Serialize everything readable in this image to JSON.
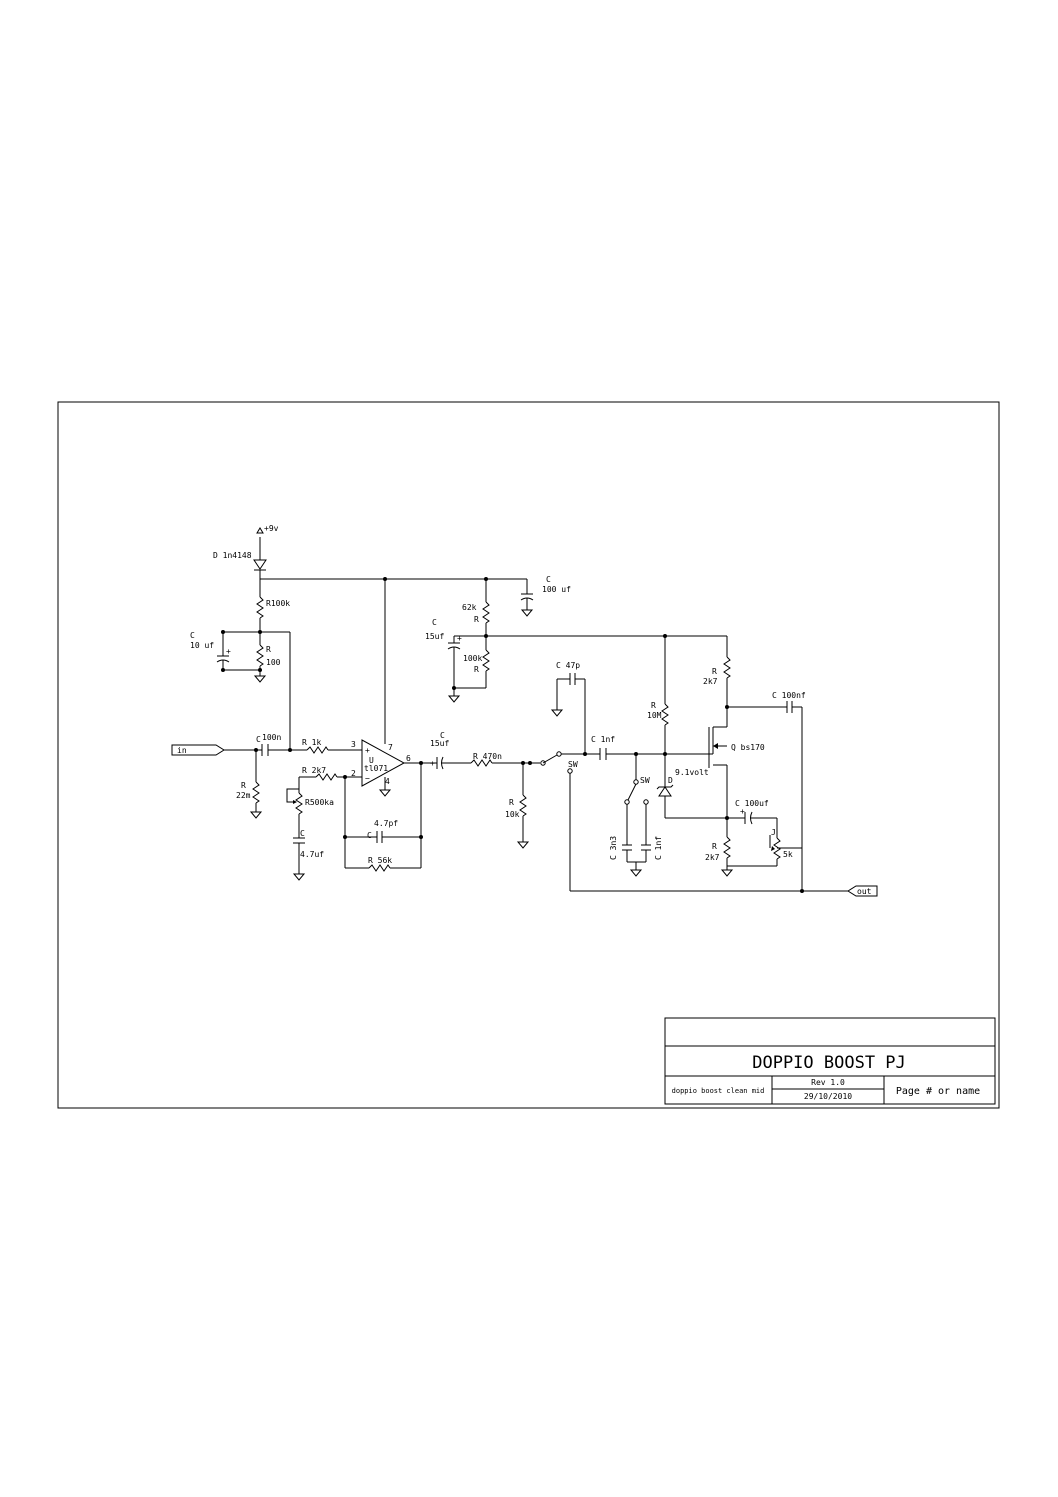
{
  "title_block": {
    "title": "DOPPIO BOOST PJ",
    "description": "doppio boost clean mid",
    "revision": "Rev 1.0",
    "date": "29/10/2010",
    "page": "Page # or name"
  },
  "ports": {
    "input": "in",
    "output": "out"
  },
  "power": {
    "supply": "+9v"
  },
  "labels": {
    "d_1n4148": "D  1n4148",
    "r100k": "R100k",
    "c10uf_c": "C",
    "c10uf_v": "10 uf",
    "r100_r": "R",
    "r100_v": "100",
    "c100uf_c": "C",
    "c100uf_v": "100 uf",
    "r62k_v": "62k",
    "r62k_r": "R",
    "c15uf_c": "C",
    "c15uf_v": "15uf",
    "r100k2_v": "100k",
    "r100k2_r": "R",
    "cin": "C",
    "cin_v": "100n",
    "r22m_r": "R",
    "r22m_v": "22m",
    "r1k": "R  1k",
    "r2k7": "R  2k7",
    "r500ka": "R500ka",
    "c47_c": "C",
    "c47_v": "4.7uf",
    "pin3": "3",
    "pin2": "2",
    "pin7": "7",
    "pin4": "4",
    "pin6": "6",
    "u_plus": "+",
    "u_minus": "−",
    "u_ref": "U",
    "u_part": "tl071",
    "c47pf_v": "4.7pf",
    "c47pf_c": "C",
    "r56k": "R   56k",
    "cout_c": "C",
    "cout_v": "15uf",
    "r470n": "R   470n",
    "r10k_r": "R",
    "r10k_v": "10k",
    "sw1": "SW",
    "c47p": "C  47p",
    "c1nf": "C  1nf",
    "r10m_r": "R",
    "r10m_v": "10M",
    "r2k7d_r": "R",
    "r2k7d_v": "2k7",
    "c100nf": "C  100nf",
    "q": "Q  bs170",
    "sw2": "SW",
    "zener_d": "D",
    "zener_v": "9.1volt",
    "c3n3": "C  3n3",
    "c1nf2": "C  1nf",
    "c100uf2": "C  100uf",
    "r2k7s_r": "R",
    "r2k7s_v": "2k7",
    "pot5k": "5k",
    "pot_j": "J"
  }
}
